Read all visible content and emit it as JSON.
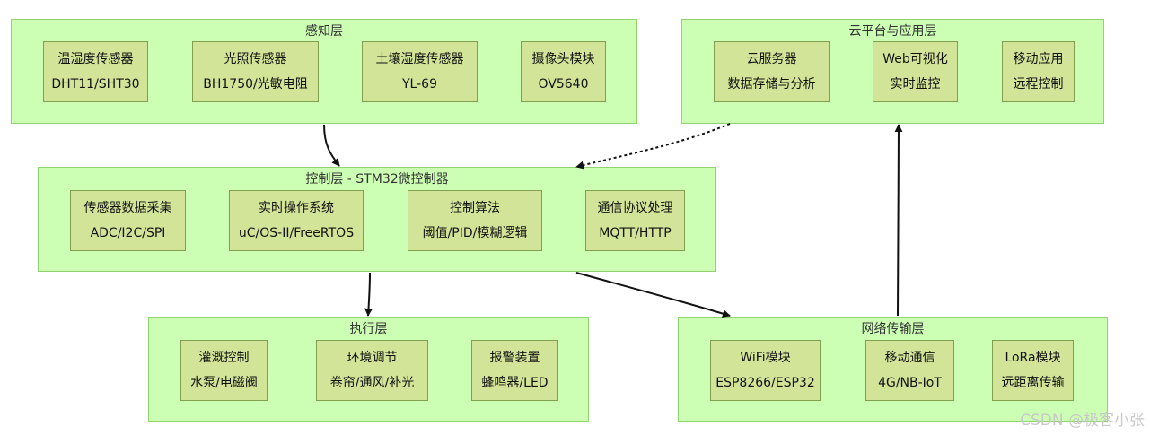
{
  "layers": {
    "perception": {
      "title": "感知层",
      "nodes": [
        {
          "line1": "温湿度传感器",
          "line2": "DHT11/SHT30"
        },
        {
          "line1": "光照传感器",
          "line2": "BH1750/光敏电阻"
        },
        {
          "line1": "土壤湿度传感器",
          "line2": "YL-69"
        },
        {
          "line1": "摄像头模块",
          "line2": "OV5640"
        }
      ]
    },
    "cloud": {
      "title": "云平台与应用层",
      "nodes": [
        {
          "line1": "云服务器",
          "line2": "数据存储与分析"
        },
        {
          "line1": "Web可视化",
          "line2": "实时监控"
        },
        {
          "line1": "移动应用",
          "line2": "远程控制"
        }
      ]
    },
    "control": {
      "title": "控制层 - STM32微控制器",
      "nodes": [
        {
          "line1": "传感器数据采集",
          "line2": "ADC/I2C/SPI"
        },
        {
          "line1": "实时操作系统",
          "line2": "uC/OS-II/FreeRTOS"
        },
        {
          "line1": "控制算法",
          "line2": "阈值/PID/模糊逻辑"
        },
        {
          "line1": "通信协议处理",
          "line2": "MQTT/HTTP"
        }
      ]
    },
    "execution": {
      "title": "执行层",
      "nodes": [
        {
          "line1": "灌溉控制",
          "line2": "水泵/电磁阀"
        },
        {
          "line1": "环境调节",
          "line2": "卷帘/通风/补光"
        },
        {
          "line1": "报警装置",
          "line2": "蜂鸣器/LED"
        }
      ]
    },
    "network": {
      "title": "网络传输层",
      "nodes": [
        {
          "line1": "WiFi模块",
          "line2": "ESP8266/ESP32"
        },
        {
          "line1": "移动通信",
          "line2": "4G/NB-IoT"
        },
        {
          "line1": "LoRa模块",
          "line2": "远距离传输"
        }
      ]
    }
  },
  "watermark": "CSDN @极客小张"
}
